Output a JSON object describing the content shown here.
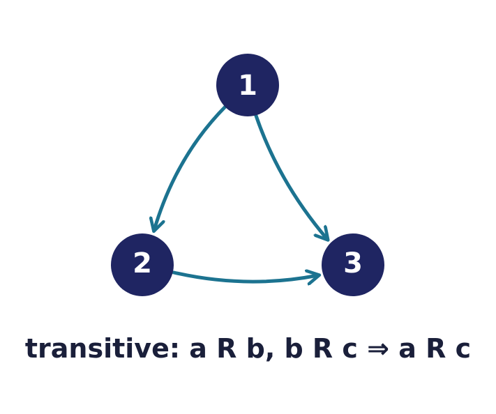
{
  "colors": {
    "node_fill": "#1f2562",
    "node_text": "#ffffff",
    "edge": "#1c7390",
    "caption_text": "#1a1f3a"
  },
  "nodes": [
    {
      "id": "n1",
      "label": "1"
    },
    {
      "id": "n2",
      "label": "2"
    },
    {
      "id": "n3",
      "label": "3"
    }
  ],
  "edges": [
    {
      "from": "1",
      "to": "2"
    },
    {
      "from": "1",
      "to": "3"
    },
    {
      "from": "2",
      "to": "3"
    }
  ],
  "caption": "transitive: a R b, b R c ⇒ a R c"
}
